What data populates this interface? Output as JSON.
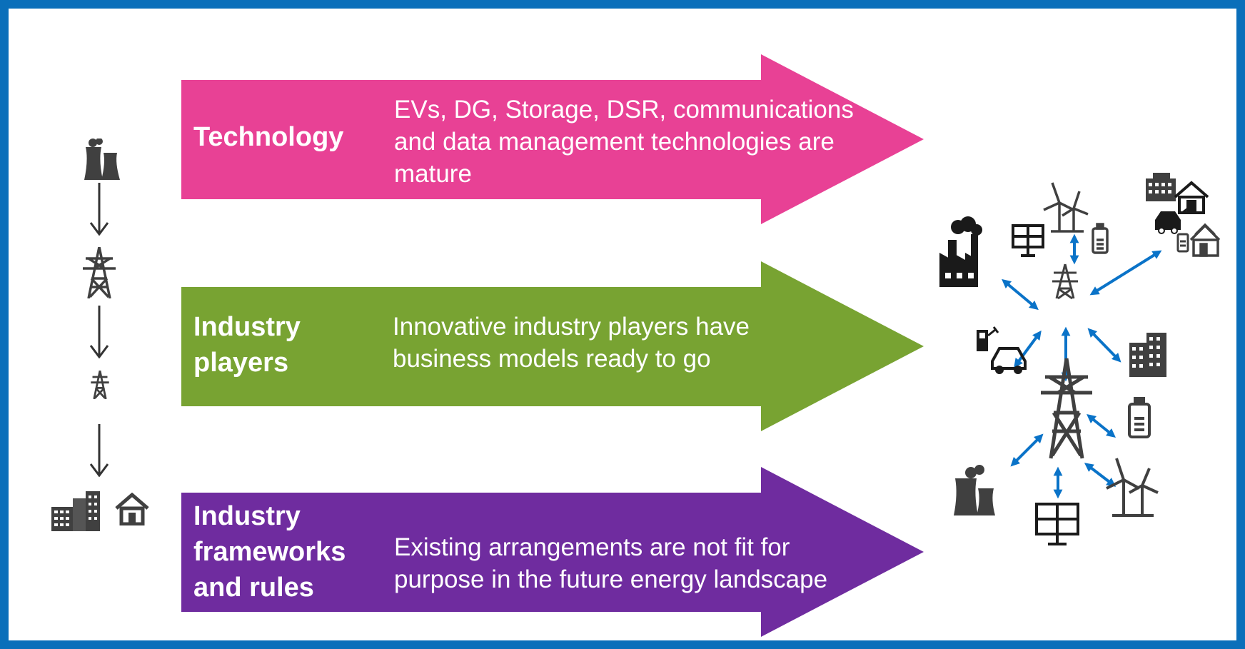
{
  "colors": {
    "frame": "#0a6fba",
    "technology": "#e84195",
    "industry_players": "#78a332",
    "frameworks": "#6f2c9f",
    "icon": "#404040",
    "link_arrow": "#0a73c8"
  },
  "rows": [
    {
      "label": "Technology",
      "description": "EVs, DG, Storage, DSR, communications and data management technologies are mature"
    },
    {
      "label": "Industry players",
      "description": "Innovative industry players have business models ready to go"
    },
    {
      "label": "Industry frameworks and rules",
      "description": "Existing arrangements are not fit for purpose in the future energy landscape"
    }
  ],
  "icons": {
    "left_chain": [
      "power-plant",
      "transmission-tower",
      "distribution-tower",
      "buildings",
      "house"
    ],
    "right_network": [
      "factory",
      "solar-panel",
      "wind-turbine",
      "battery",
      "city-buildings",
      "house",
      "electric-car",
      "ev-charger",
      "power-station",
      "transmission-tower"
    ]
  }
}
